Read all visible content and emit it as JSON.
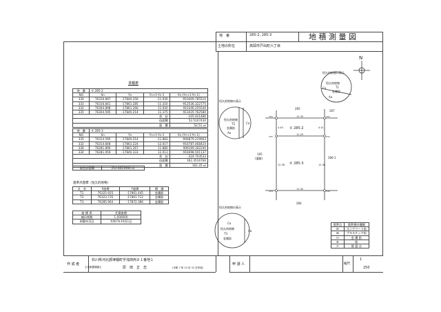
{
  "header": {
    "chiban_label": "地　番",
    "chiban": "285-2, 285-3",
    "title": "地 積 測 量 図",
    "location_label": "土地の所在",
    "location": "高岡市戸出町六丁目"
  },
  "calc": {
    "title": "求積表",
    "lots": [
      {
        "label": "地　番",
        "lot": "① 285-2",
        "columns": [
          "NO",
          "Xn",
          "Yn",
          "Yn+1-Yn-1",
          "Xn·(Yn+1-Yn-1)"
        ],
        "rows": [
          [
            "330",
            "76316.897",
            "-17840.256",
            "-11.930",
            "-910409.785510"
          ],
          [
            "333",
            "76316.841",
            "-17861.285",
            "-11.310",
            "-912536.322775"
          ],
          [
            "332",
            "76304.898",
            "-17861.266",
            "11.930",
            "910346.255540"
          ],
          [
            "335",
            "76304.595",
            "-17840.214",
            "11.375",
            "913435.762580"
          ]
        ],
        "sum_label": "合　計",
        "sum": "-105.021486",
        "double_label": "倍面積",
        "double": "52.5107430",
        "area_label": "面　積",
        "area": "52.51 ㎡"
      },
      {
        "label": "地　番",
        "lot": "② 285-3",
        "columns": [
          "NO",
          "Xn",
          "Yn",
          "Yn+1-Yn-1",
          "Xn·(Yn+1-Yn-1)"
        ],
        "rows": [
          [
            "335",
            "76314.595",
            "-17840.214",
            "-11.883",
            "-906879.219903"
          ],
          [
            "332",
            "76314.848",
            "-17861.224",
            "-12.017",
            "-916787.468424"
          ],
          [
            "336",
            "76281.890",
            "-17861.267",
            "11.880",
            "906169.302240"
          ],
          [
            "334",
            "76281.959",
            "-17840.333",
            "12.013",
            "916098.501137"
          ]
        ],
        "sum_label": "合　計",
        "sum": "-324.703533",
        "double_label": "倍面積",
        "double": "162.3516766",
        "area_label": "面　積",
        "area": "162.35 ㎡"
      }
    ],
    "total_label": "総合計面積",
    "total": "214.8623966 ㎡"
  },
  "basepoints": {
    "title": "基準点座標（恒久的地物）",
    "columns": [
      "点　名",
      "X座標",
      "Y座標",
      "標　識"
    ],
    "rows": [
      [
        "T1",
        "76325.925",
        "-17861.445",
        "金属鋲"
      ],
      [
        "T2",
        "76323.735",
        "-17861.712",
        "金属鋲"
      ],
      [
        "T3",
        "76285.964",
        "-17872.386",
        "金属鋲"
      ]
    ]
  },
  "survey": {
    "rows": [
      [
        "座 標 系",
        "任意座標"
      ],
      [
        "縮尺係数",
        "1.000000"
      ],
      [
        "測量年月日",
        "令和7年10月1日"
      ]
    ]
  },
  "drawing": {
    "perm_title": "恒久的地物の表示",
    "perm_label": "恒久的地物",
    "t1": "T1",
    "t2": "T2",
    "t3": "T3",
    "metal": "金属鋲",
    "ca": "Ca",
    "aa": "Aa",
    "north": "N",
    "lot1": "① 285-2",
    "lot2": "② 285-3",
    "n_top": "285",
    "n_tr": "287",
    "n_right": "286-1",
    "n_left": "195",
    "road": "(道路)",
    "n_bottom": "284",
    "p330": "330",
    "p333": "333",
    "p332": "332",
    "p335": "335",
    "p334": "334",
    "p336": "336",
    "d_top": "11.33",
    "d_mid": "11.29",
    "d_bot": "11.30",
    "d_l1": "4.40",
    "d_l2": "12.38",
    "d_r1": "4.41",
    "d_r2": "12.38"
  },
  "legend": {
    "header": [
      "境界点",
      "境界標の種類"
    ],
    "rows": [
      [
        "⊞",
        "コンクリート杭"
      ],
      [
        "⊠",
        "プラスチック杭"
      ],
      [
        "⊡",
        "金 属 鋲"
      ],
      [
        "⊕",
        "鋲"
      ],
      [
        "⊙",
        "既 設 点"
      ]
    ]
  },
  "footer": {
    "author_label": "作 成 者",
    "address": "石川県河北郡津幡町字浅田丙８１番地１",
    "role": "土地家屋調査士",
    "name": "原　田　正　志",
    "date": "(令和 7 年 10 月 31 日作成)",
    "applicant_label": "申 請 人",
    "scale_label": "縮尺",
    "scale_num": "1",
    "scale_den": "250"
  }
}
